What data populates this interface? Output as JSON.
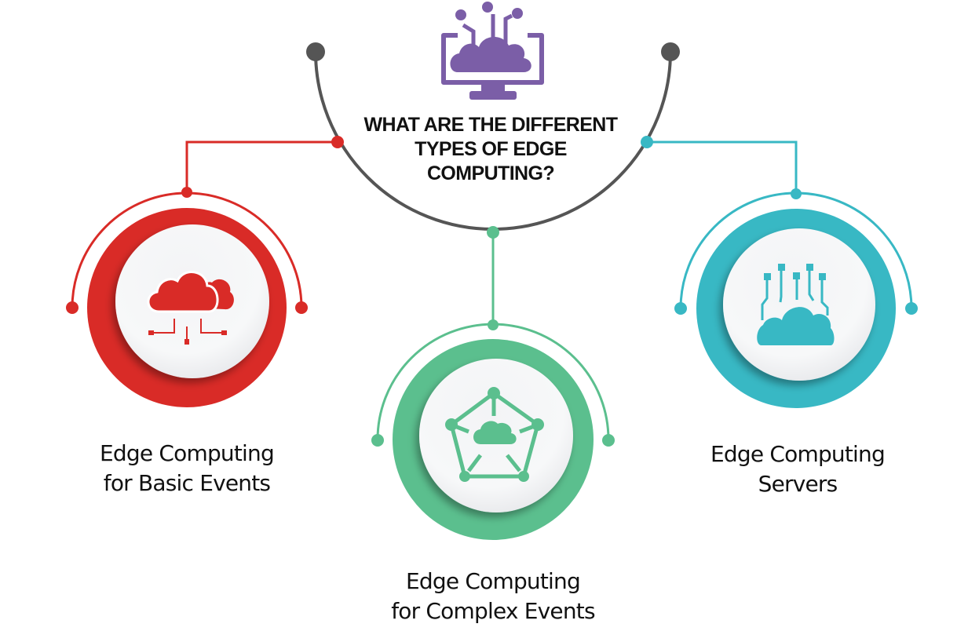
{
  "title": {
    "line1": "WHAT ARE THE DIFFERENT",
    "line2": "TYPES OF EDGE",
    "line3": "COMPUTING?"
  },
  "colors": {
    "hub_arc": "#555555",
    "hub_icon": "#7b5ea7",
    "basic": "#d92b27",
    "complex": "#5bbf8e",
    "servers": "#38b8c4",
    "text": "#111111"
  },
  "icons": {
    "hub": "monitor-cloud-icon",
    "basic": "cloud-network-icon",
    "complex": "cloud-pentagon-network-icon",
    "servers": "cloud-circuit-icon"
  },
  "types": [
    {
      "id": "basic",
      "line1": "Edge Computing",
      "line2": "for Basic Events"
    },
    {
      "id": "complex",
      "line1": "Edge Computing",
      "line2": "for Complex Events"
    },
    {
      "id": "servers",
      "line1": "Edge Computing",
      "line2": "Servers"
    }
  ]
}
